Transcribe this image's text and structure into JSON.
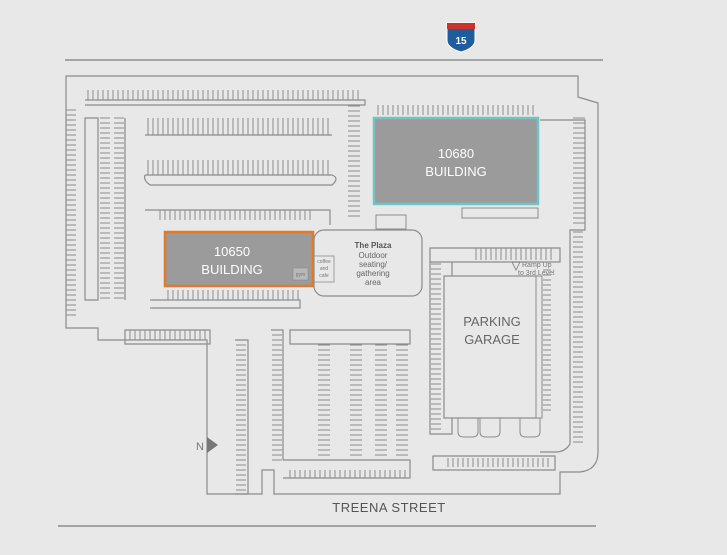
{
  "map": {
    "highway_shield": "15",
    "street": "TREENA STREET",
    "compass_letter": "N",
    "building_10650": {
      "line1": "10650",
      "line2": "BUILDING",
      "accent": "#e07b2a"
    },
    "building_10680": {
      "line1": "10680",
      "line2": "BUILDING",
      "accent": "#6fc4c6"
    },
    "parking_garage": {
      "line1": "PARKING",
      "line2": "GARAGE"
    },
    "plaza": {
      "title": "The Plaza",
      "line1": "Outdoor",
      "line2": "seating/",
      "line3": "gathering",
      "line4": "area"
    },
    "coffee_kiosk": {
      "line1": "coffee",
      "line2": "and",
      "line3": "cafe"
    },
    "gym": "gym",
    "ramp": {
      "line1": "Ramp Up",
      "line2": "to 3rd Level"
    },
    "colors": {
      "background": "#e8e8e8",
      "outline": "#8c8c8c",
      "building": "#9b9b9b"
    }
  }
}
